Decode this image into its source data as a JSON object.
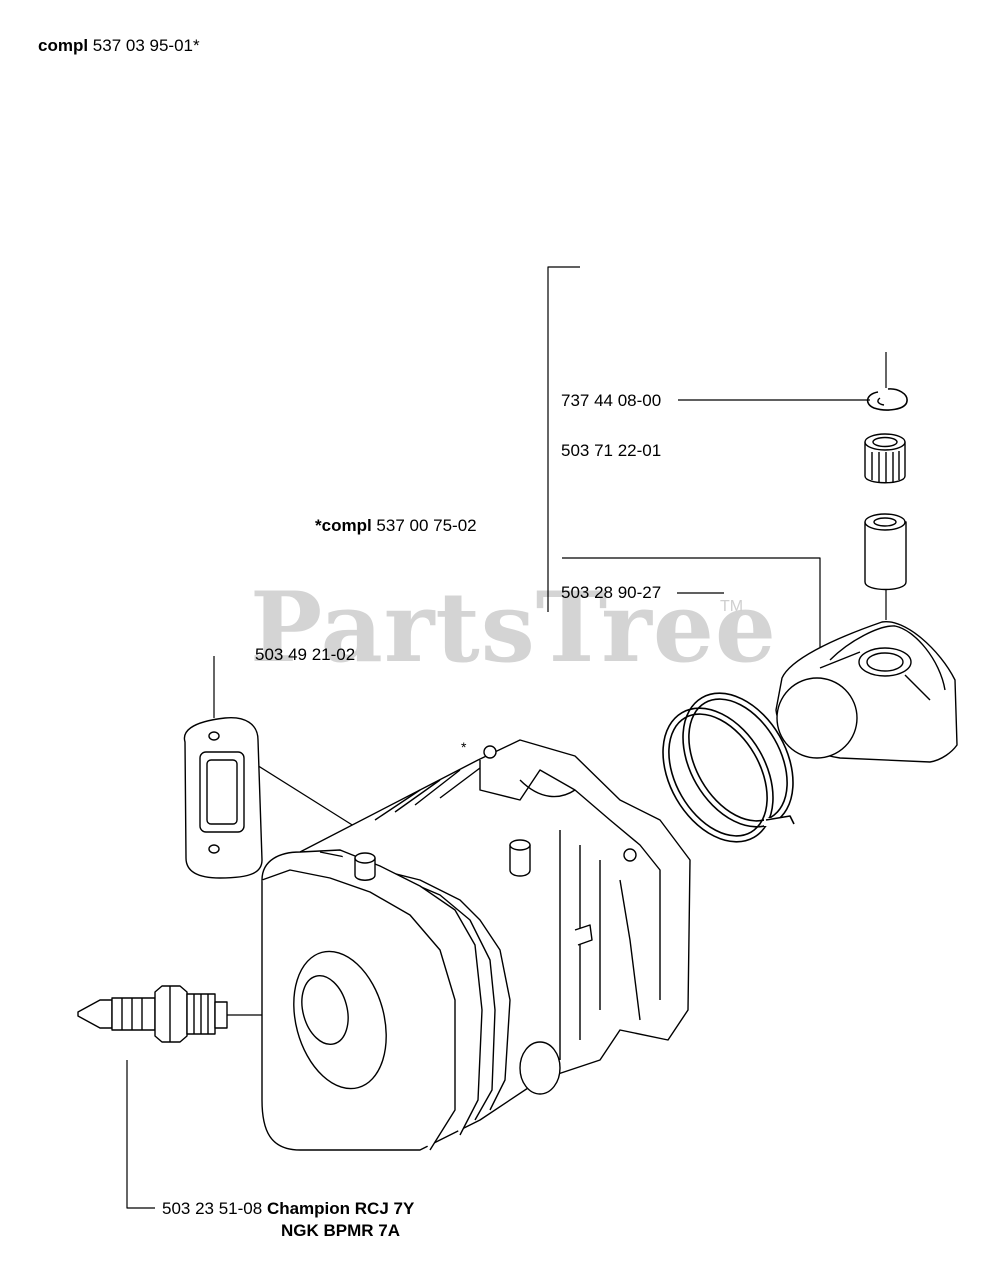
{
  "title": {
    "prefix": "compl",
    "number": "537 03 95-01*"
  },
  "kit": {
    "prefix": "*compl",
    "number": "537 00 75-02"
  },
  "asterisk": "*",
  "parts": {
    "circlip": "737 44 08-00",
    "bearing": "503 71 22-01",
    "piston": "503 28 90-27",
    "gasket": "503 49 21-02",
    "spark_plug": "503 23 51-08",
    "spark_plug_alt1": "Champion RCJ 7Y",
    "spark_plug_alt2": "NGK BPMR 7A"
  },
  "watermark": {
    "text": "PartsTree",
    "tm": "TM"
  }
}
